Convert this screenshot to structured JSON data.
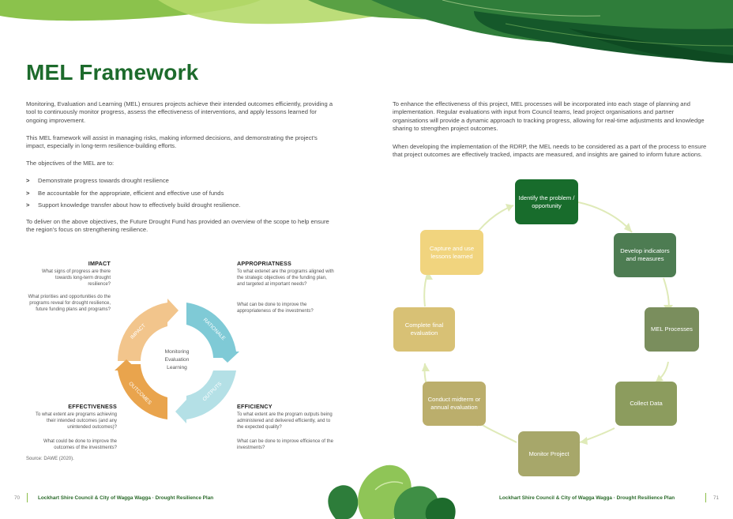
{
  "page": {
    "title": "MEL Framework",
    "intro": "Monitoring, Evaluation and Learning (MEL) ensures projects achieve their intended outcomes efficiently, providing a tool to continuously monitor progress, assess the effectiveness of interventions, and apply lessons learned for ongoing improvement.",
    "framework": "This MEL framework will assist in managing risks, making informed decisions, and demonstrating the project's impact, especially in long-term resilience-building efforts.",
    "objectives_intro": "The objectives of the MEL are to:",
    "objectives": [
      "Demonstrate progress towards drought resilience",
      "Be accountable for the appropriate, efficient and effective use of funds",
      "Support knowledge transfer about how to effectively build drought resilience."
    ],
    "bullet_glyph": ">",
    "deliver": "To deliver on the above objectives, the Future Drought Fund has provided an overview of the scope to help ensure the region's focus on strengthening resilience.",
    "right_p1": "To enhance the effectiveness of this project, MEL processes will be incorporated into each stage of planning and implementation. Regular evaluations with input from Council teams, lead project organisations and partner organisations will provide a dynamic approach to tracking progress, allowing for real-time adjustments and knowledge sharing to strengthen project outcomes.",
    "right_p2": "When developing the implementation of the RDRP, the MEL needs to be considered as a part of the process to ensure that project outcomes are effectively tracked, impacts are measured, and insights are gained to inform future actions.",
    "source": "Source: DAWE (2020)."
  },
  "quadrants": {
    "impact": {
      "title": "IMPACT",
      "q1": "What signs of progress are there towards long-term drought resilience?",
      "q2": "What priorities and opportunities do the programs reveal for drought resilience, future funding plans and programs?"
    },
    "appropriatness": {
      "title": "APPROPRIATNESS",
      "q1": "To what extenet are the programs aligned with the strategic objectives of the funding plan, and targeted at important needs?",
      "q2": "What can be done to improve the appropriateness of the investments?"
    },
    "effectiveness": {
      "title": "EFFECTIVENESS",
      "q1": "To what extent are programs achieving their intended outcomes (and any unintended outcomes)?",
      "q2": "What could be done to improve the outcomes of the investments?"
    },
    "efficiency": {
      "title": "EFFICIENCY",
      "q1": "To what extent are the program outputs being administered and delivered efficiently, and to the expected quality?",
      "q2": "What can be done to improve efficience of the investments?"
    }
  },
  "ring": {
    "center_line1": "Monitoring",
    "center_line2": "Evaluation",
    "center_line3": "Learning",
    "segments": {
      "impact": "IMPACT",
      "rationale": "RATIONALE",
      "outcomes": "OUTCOMES",
      "outputs": "OUTPUTS"
    },
    "colors": {
      "impact": "#f2c58c",
      "rationale": "#7fcad6",
      "outcomes": "#e9a44d",
      "outputs": "#b4e0e6"
    }
  },
  "cycle": {
    "boxes": {
      "identify": "Identify the problem / opportunity",
      "develop": "Develop indicators and measures",
      "mel": "MEL Processes",
      "collect": "Collect Data",
      "monitor": "Monitor Project",
      "midterm": "Conduct midterm or annual evaluation",
      "final": "Complete final evaluation",
      "capture": "Capture and use lessons learned"
    },
    "colors": {
      "identify": "#186c2c",
      "develop": "#4d7c52",
      "mel": "#7a8e5d",
      "collect": "#8c9c5e",
      "monitor": "#a7a76a",
      "midterm": "#bbae6c",
      "final": "#d8c175",
      "capture": "#f1d47e",
      "arrow": "#dfeab8"
    }
  },
  "footer": {
    "left_num": "70",
    "left_text": "Lockhart Shire Council & City of Wagga Wagga · Drought Resilience Plan",
    "right_text": "Lockhart Shire Council & City of Wagga Wagga · Drought Resilience Plan",
    "right_num": "71"
  }
}
